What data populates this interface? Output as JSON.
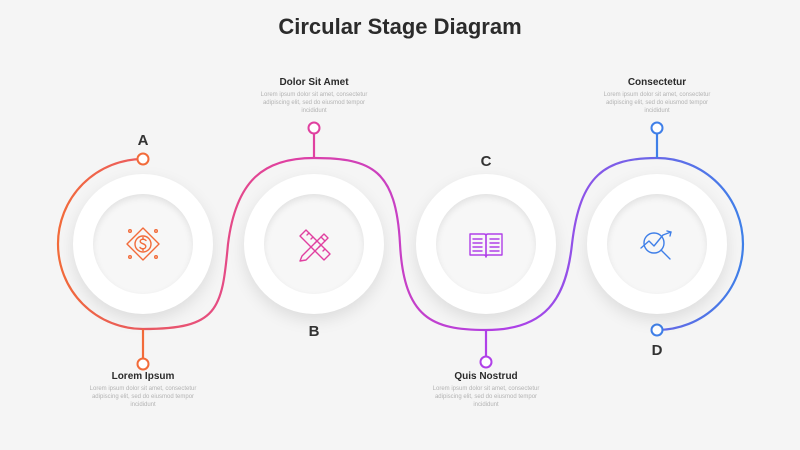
{
  "title": "Circular Stage Diagram",
  "colors": {
    "stage_a": "#f26b3a",
    "stage_b": "#e040a0",
    "stage_c": "#b040e8",
    "stage_d": "#3f7fe8"
  },
  "stages": [
    {
      "letter": "A",
      "icon": "dollar-coin-icon",
      "title": "Lorem Ipsum",
      "text": "Lorem ipsum dolor sit amet, consectetur adipiscing elit, sed do eiusmod tempor incididunt"
    },
    {
      "letter": "B",
      "icon": "pencil-ruler-icon",
      "title": "Dolor Sit Amet",
      "text": "Lorem ipsum dolor sit amet, consectetur adipiscing elit, sed do eiusmod tempor incididunt"
    },
    {
      "letter": "C",
      "icon": "open-book-icon",
      "title": "Quis Nostrud",
      "text": "Lorem ipsum dolor sit amet, consectetur adipiscing elit, sed do eiusmod tempor incididunt"
    },
    {
      "letter": "D",
      "icon": "magnifier-chart-icon",
      "title": "Consectetur",
      "text": "Lorem ipsum dolor sit amet, consectetur adipiscing elit, sed do eiusmod tempor incididunt"
    }
  ]
}
